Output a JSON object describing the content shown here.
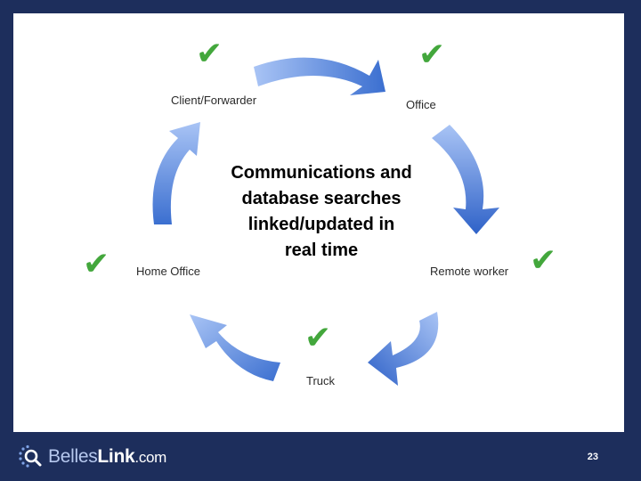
{
  "center_text": [
    "Communications and",
    "database searches",
    "linked/updated in",
    "real time"
  ],
  "nodes": {
    "client_forwarder": "Client/Forwarder",
    "office": "Office",
    "remote_worker": "Remote worker",
    "truck": "Truck",
    "home_office": "Home Office"
  },
  "check_glyph": "✔",
  "colors": {
    "background": "#1d2e5c",
    "check": "#43a73c",
    "arrow_light": "#a9c4f5",
    "arrow_dark": "#2f62c8"
  },
  "footer": {
    "logo_part1": "Belles",
    "logo_part2": "Link",
    "logo_part3": ".com",
    "page_number": "23"
  }
}
